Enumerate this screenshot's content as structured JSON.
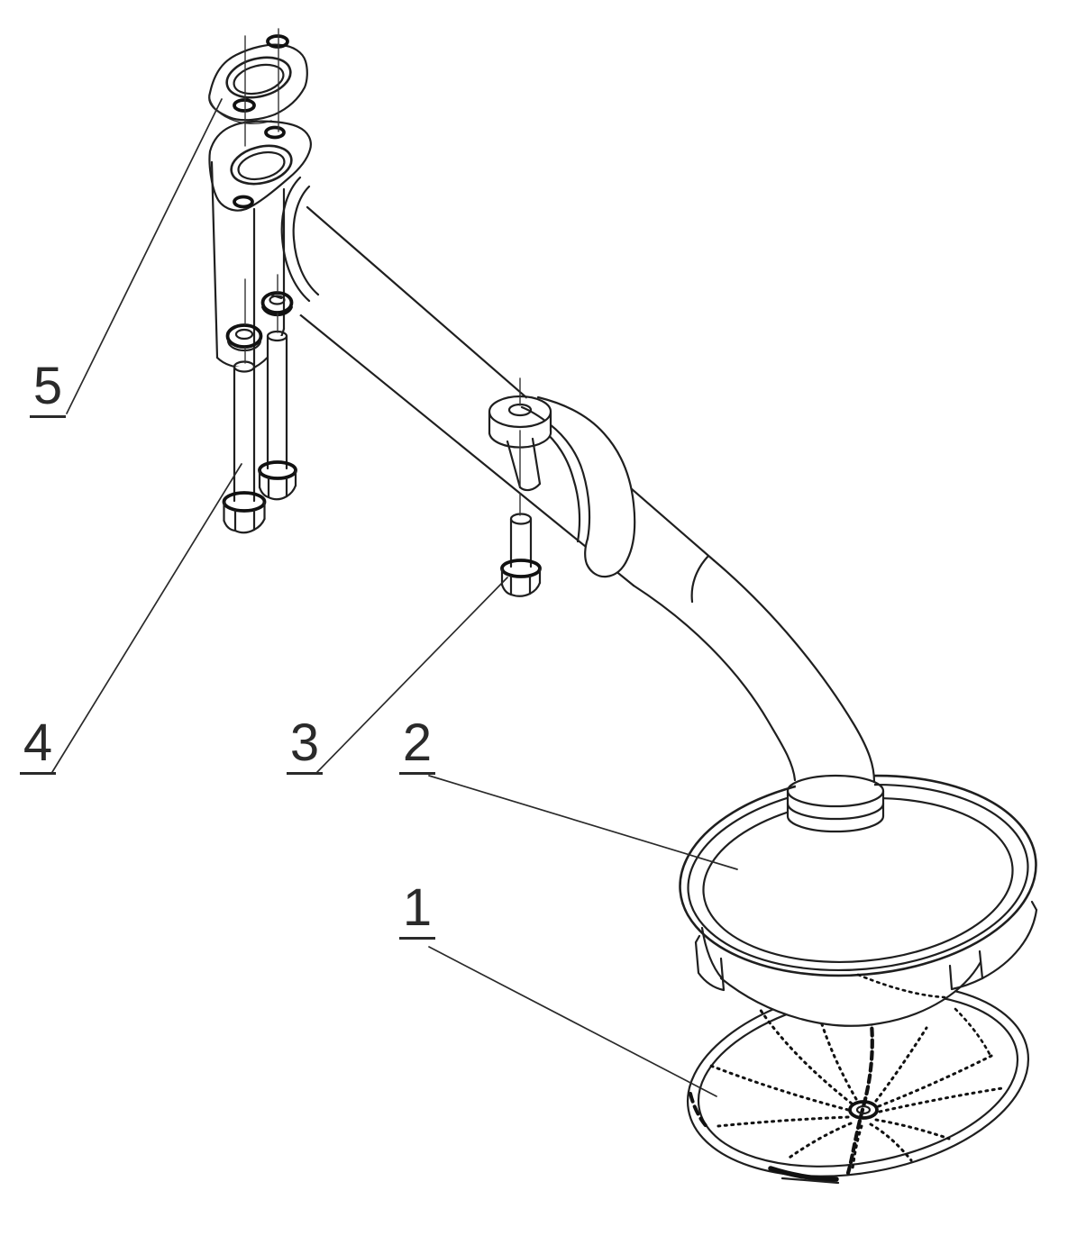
{
  "diagram": {
    "type": "exploded-parts-line-drawing",
    "background_color": "#ffffff",
    "line_color": "#1f1f1f",
    "labels": {
      "part1": "1",
      "part2": "2",
      "part3": "3",
      "part4": "4",
      "part5": "5"
    }
  }
}
